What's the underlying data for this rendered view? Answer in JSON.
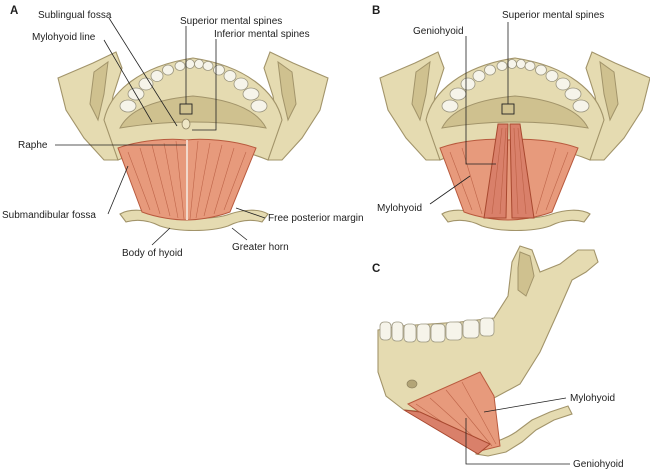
{
  "panels": {
    "a": "A",
    "b": "B",
    "c": "C"
  },
  "labels_a": {
    "sublingual_fossa": "Sublingual fossa",
    "mylohyoid_line": "Mylohyoid line",
    "superior_mental_spines": "Superior mental spines",
    "inferior_mental_spines": "Inferior mental spines",
    "raphe": "Raphe",
    "submandibular_fossa": "Submandibular fossa",
    "free_posterior_margin": "Free posterior margin",
    "body_of_hyoid": "Body of hyoid",
    "greater_horn": "Greater horn"
  },
  "labels_b": {
    "geniohyoid": "Geniohyoid",
    "superior_mental_spines": "Superior mental spines",
    "mylohyoid": "Mylohyoid"
  },
  "labels_c": {
    "mylohyoid": "Mylohyoid",
    "geniohyoid": "Geniohyoid"
  },
  "colors": {
    "bone": "#e5dbb1",
    "muscle": "#e79a7c",
    "tooth": "#f6f4ea"
  }
}
